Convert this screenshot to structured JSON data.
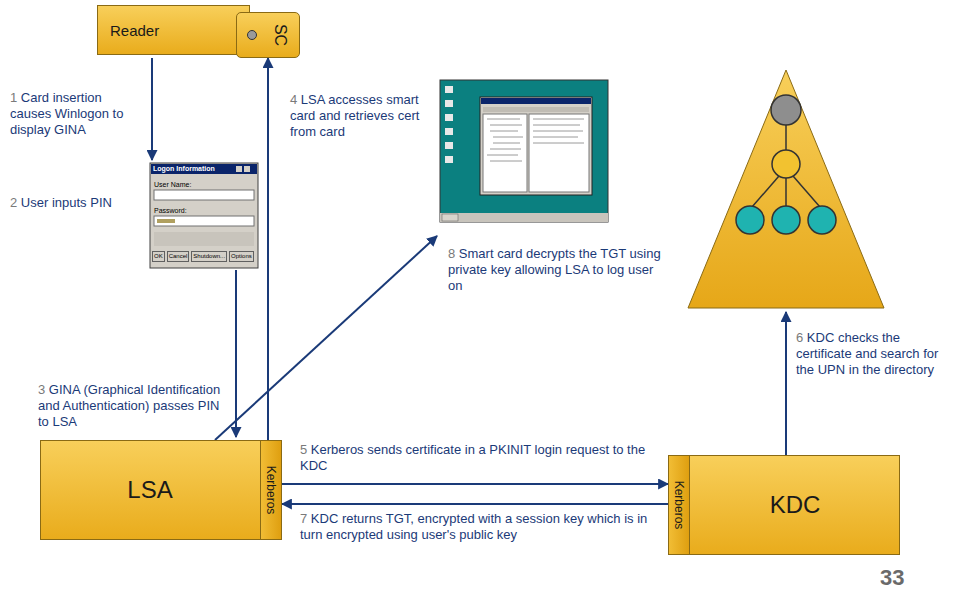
{
  "diagram": {
    "nodes": [
      {
        "text": [
          "Reader"
        ]
      },
      {
        "text": [
          "SC"
        ]
      },
      {
        "text": [
          "LSA"
        ]
      },
      {
        "text": [
          "Kerberos"
        ],
        "in": 2
      },
      {
        "text": [
          "KDC"
        ]
      },
      {
        "text": [
          "Kerberos"
        ],
        "in": 4
      }
    ],
    "edges": [
      {
        "from": 2,
        "to": 1,
        "arrow": "to"
      },
      {
        "from": 3,
        "to": 5,
        "arrow": "to"
      },
      {
        "from": 5,
        "to": 3,
        "arrow": "to"
      }
    ],
    "labels": [
      "1",
      "Card insertion causes Winlogon to display GINA",
      "2",
      "User inputs PIN",
      "3",
      "GINA (Graphical Identification and Authentication) passes PIN to LSA",
      "4",
      "LSA accesses smart card and retrieves cert from card",
      "Logon Information",
      "User Name:",
      "Password:",
      "OK",
      "Cancel",
      "Shutdown...",
      "Options",
      "8",
      "Smart card decrypts the TGT using private key allowing LSA to log user on",
      "6",
      "KDC checks the certificate and search for the UPN in the directory",
      "5",
      "Kerberos sends certificate in a PKINIT login request to the KDC",
      "7",
      "KDC returns TGT, encrypted with a session key which is in turn encrypted using user's public key",
      "33"
    ]
  }
}
